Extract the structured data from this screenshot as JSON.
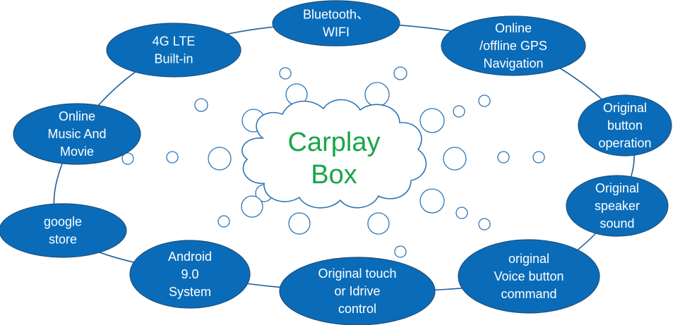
{
  "center": {
    "lines": [
      "Carplay",
      "Box"
    ]
  },
  "colors": {
    "node_fill": "#0a6cb9",
    "node_stroke": "#1f4e79",
    "ring_stroke": "#1f5f99",
    "bubble_stroke": "#2e75b6",
    "center_text": "#19a64a",
    "node_text": "#ffffff"
  },
  "features": [
    {
      "id": "bluetooth-wifi",
      "lines": [
        "Bluetooth、",
        "WIFI"
      ]
    },
    {
      "id": "gps-navigation",
      "lines": [
        "Online",
        "/offline GPS",
        "Navigation"
      ]
    },
    {
      "id": "button-operation",
      "lines": [
        "Original",
        "button",
        "operation"
      ]
    },
    {
      "id": "speaker-sound",
      "lines": [
        "Original",
        "speaker",
        "sound"
      ]
    },
    {
      "id": "voice-command",
      "lines": [
        "original",
        "Voice button",
        "command"
      ]
    },
    {
      "id": "touch-idrive",
      "lines": [
        "Original touch",
        "or Idrive",
        "control"
      ]
    },
    {
      "id": "android-system",
      "lines": [
        "Android",
        "9.0",
        "System"
      ]
    },
    {
      "id": "google-store",
      "lines": [
        "google",
        "store"
      ]
    },
    {
      "id": "music-movie",
      "lines": [
        "Online",
        "Music And",
        "Movie"
      ]
    },
    {
      "id": "lte-builtin",
      "lines": [
        "4G LTE",
        "Built-in"
      ]
    }
  ]
}
